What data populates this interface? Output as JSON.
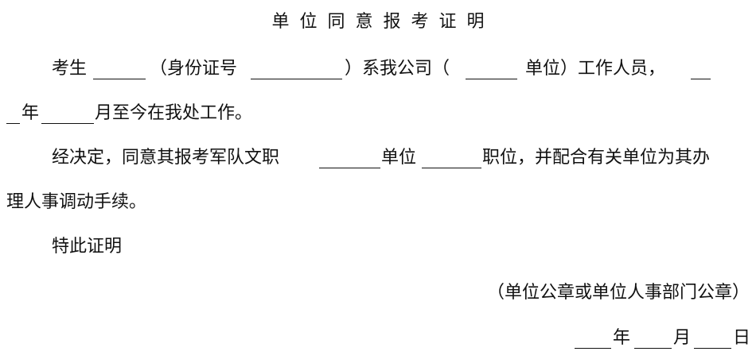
{
  "title": "单位同意报考证明",
  "line1": {
    "a": "考生",
    "b": "（身份证号",
    "c": "）系我公司（",
    "d": "单位）工作人员，"
  },
  "line2": {
    "a": "年",
    "b": "月至今在我处工作。"
  },
  "line3": {
    "a": "经决定，同意其报考军队文职",
    "b": "单位",
    "c": "职位，并配合有关单位为其办"
  },
  "line4": {
    "a": "理人事调动手续。"
  },
  "line5": {
    "a": "特此证明"
  },
  "line6": {
    "a": "（单位公章或单位人事部门公章）"
  },
  "date": {
    "year": "年",
    "month": "月",
    "day": "日"
  }
}
